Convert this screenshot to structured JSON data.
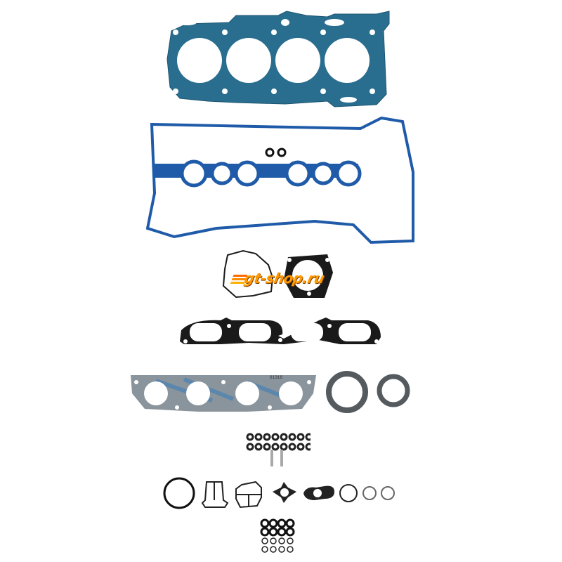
{
  "image": {
    "description": "Engine cylinder head gasket set product photo on white background",
    "background": "#ffffff",
    "watermark": {
      "text": "gt-shop.ru",
      "color": "#ff9a00"
    },
    "parts": [
      {
        "name": "cylinder-head-gasket",
        "color": "#2a6e8f",
        "bores": 4
      },
      {
        "name": "valve-cover-gasket",
        "color": "#1f5ba8",
        "spark_plug_seals": 6,
        "small_orings": 2
      },
      {
        "name": "throttle-body-gasket",
        "color": "#1a1a1a"
      },
      {
        "name": "irregular-gasket",
        "color": "#1a1a1a"
      },
      {
        "name": "intake-manifold-gasket",
        "color": "#1a1a1a",
        "ports": 4
      },
      {
        "name": "exhaust-manifold-gasket",
        "color": "#8a949c",
        "ports": 4,
        "stamp": "61318"
      },
      {
        "name": "exhaust-donut-seal-large",
        "color": "#555a5e"
      },
      {
        "name": "exhaust-donut-seal-small",
        "color": "#555a5e"
      },
      {
        "name": "valve-stem-seals",
        "count": 16,
        "color": "#222222"
      },
      {
        "name": "dowel-pins",
        "count": 2,
        "color": "#a9a9a9"
      },
      {
        "name": "misc-gaskets-row",
        "count": 8
      },
      {
        "name": "small-o-rings",
        "count": 16
      }
    ]
  }
}
